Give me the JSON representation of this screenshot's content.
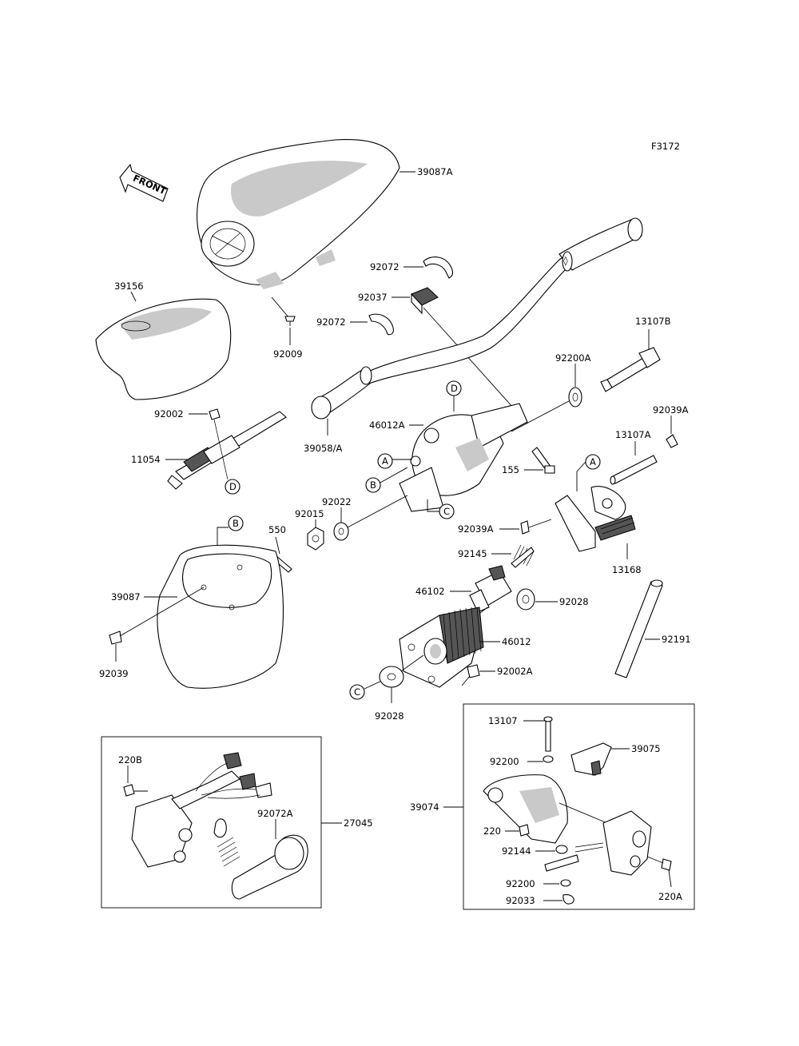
{
  "figure_code": "F3172",
  "front_label": "FRONT",
  "parts": {
    "p39087A": "39087A",
    "p92072_top": "92072",
    "p92037": "92037",
    "p92072_mid": "92072",
    "p39156": "39156",
    "p92009": "92009",
    "p13107B": "13107B",
    "p92200A": "92200A",
    "p92039A_top": "92039A",
    "p92002": "92002",
    "p46012A": "46012A",
    "p11054": "11054",
    "p39058A": "39058/A",
    "p13107A": "13107A",
    "p155": "155",
    "p92022": "92022",
    "p92015": "92015",
    "p550": "550",
    "p92039A_mid": "92039A",
    "p92145": "92145",
    "p13168": "13168",
    "p39087": "39087",
    "p46102": "46102",
    "p92028_right": "92028",
    "p46012": "46012",
    "p92191": "92191",
    "p92039": "92039",
    "p92002A": "92002A",
    "p92028_bottom": "92028",
    "p220B": "220B",
    "p92072A": "92072A",
    "p27045": "27045",
    "p13107": "13107",
    "p39075": "39075",
    "p92200_top": "92200",
    "p39074": "39074",
    "p220": "220",
    "p92144": "92144",
    "p92200_bottom": "92200",
    "p92033": "92033",
    "p220A": "220A"
  },
  "callouts": {
    "A1": "A",
    "A2": "A",
    "B1": "B",
    "B2": "B",
    "C1": "C",
    "C2": "C",
    "D1": "D",
    "D2": "D"
  }
}
